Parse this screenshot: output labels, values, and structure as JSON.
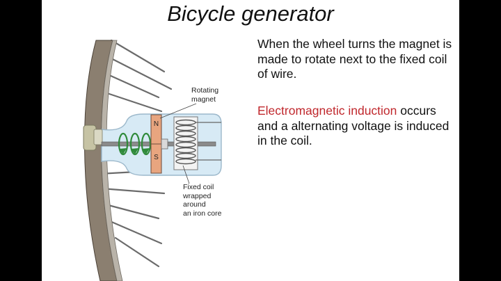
{
  "slide": {
    "title": "Bicycle generator",
    "paragraph1": "When the wheel turns the magnet is made to rotate next to the fixed coil of wire.",
    "paragraph2_highlight": "Electromagnetic induction",
    "paragraph2_rest": " occurs and a alternating voltage is induced in the coil.",
    "highlight_color": "#c0282d"
  },
  "diagram": {
    "label_magnet_line1": "Rotating",
    "label_magnet_line2": "magnet",
    "label_coil_line1": "Fixed coil",
    "label_coil_line2": "wrapped",
    "label_coil_line3": "around",
    "label_coil_line4": "an iron core",
    "pole_north": "N",
    "pole_south": "S"
  }
}
